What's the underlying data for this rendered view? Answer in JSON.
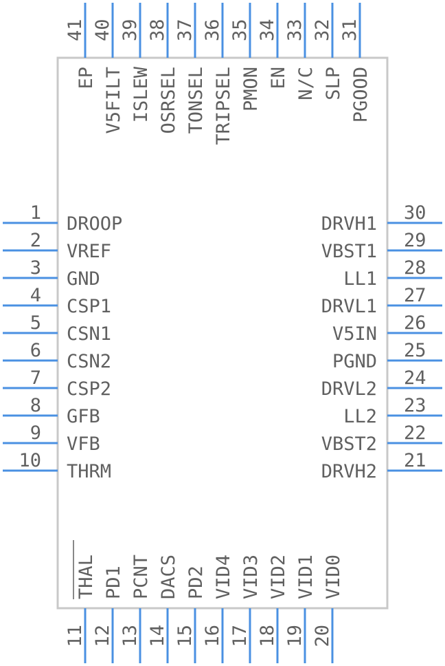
{
  "colors": {
    "pin": "#4a90e2",
    "text": "#606060",
    "body": "#c8c8c8"
  },
  "pins": {
    "left": [
      {
        "num": "1",
        "label": "DROOP"
      },
      {
        "num": "2",
        "label": "VREF"
      },
      {
        "num": "3",
        "label": "GND"
      },
      {
        "num": "4",
        "label": "CSP1"
      },
      {
        "num": "5",
        "label": "CSN1"
      },
      {
        "num": "6",
        "label": "CSN2"
      },
      {
        "num": "7",
        "label": "CSP2"
      },
      {
        "num": "8",
        "label": "GFB"
      },
      {
        "num": "9",
        "label": "VFB"
      },
      {
        "num": "10",
        "label": "THRM"
      }
    ],
    "bottom": [
      {
        "num": "11",
        "label": "THAL",
        "overbar": true
      },
      {
        "num": "12",
        "label": "PD1"
      },
      {
        "num": "13",
        "label": "PCNT"
      },
      {
        "num": "14",
        "label": "DACS"
      },
      {
        "num": "15",
        "label": "PD2"
      },
      {
        "num": "16",
        "label": "VID4"
      },
      {
        "num": "17",
        "label": "VID3"
      },
      {
        "num": "18",
        "label": "VID2"
      },
      {
        "num": "19",
        "label": "VID1"
      },
      {
        "num": "20",
        "label": "VID0"
      }
    ],
    "right": [
      {
        "num": "21",
        "label": "DRVH2"
      },
      {
        "num": "22",
        "label": "VBST2"
      },
      {
        "num": "23",
        "label": "LL2"
      },
      {
        "num": "24",
        "label": "DRVL2"
      },
      {
        "num": "25",
        "label": "PGND"
      },
      {
        "num": "26",
        "label": "V5IN"
      },
      {
        "num": "27",
        "label": "DRVL1"
      },
      {
        "num": "28",
        "label": "LL1"
      },
      {
        "num": "29",
        "label": "VBST1"
      },
      {
        "num": "30",
        "label": "DRVH1"
      }
    ],
    "top": [
      {
        "num": "31",
        "label": "PGOOD"
      },
      {
        "num": "32",
        "label": "SLP"
      },
      {
        "num": "33",
        "label": "N/C"
      },
      {
        "num": "34",
        "label": "EN"
      },
      {
        "num": "35",
        "label": "PMON"
      },
      {
        "num": "36",
        "label": "TRIPSEL"
      },
      {
        "num": "37",
        "label": "TONSEL"
      },
      {
        "num": "38",
        "label": "OSRSEL"
      },
      {
        "num": "39",
        "label": "ISLEW"
      },
      {
        "num": "40",
        "label": "V5FILT"
      },
      {
        "num": "41",
        "label": "EP"
      }
    ]
  }
}
